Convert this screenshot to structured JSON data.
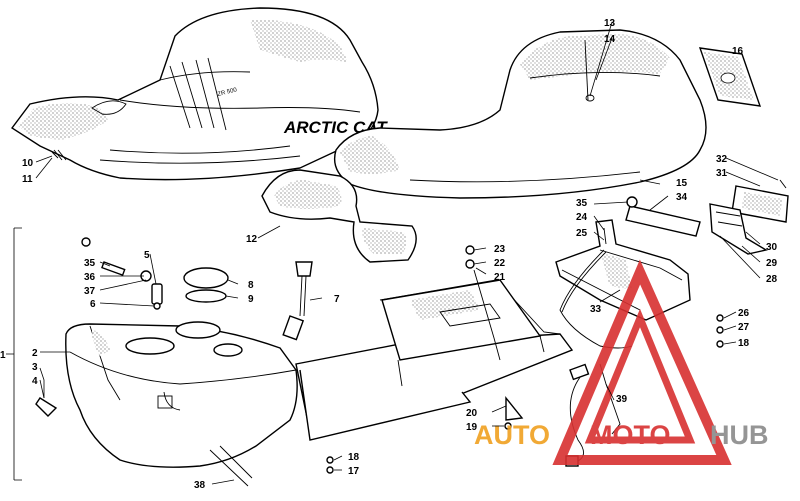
{
  "brand_text": "ARCTIC CAT",
  "seat_text": "ZR 500",
  "watermark": {
    "part1": "AUTO",
    "part2": "MOTO",
    "part3": "HUB",
    "color_orange": "#f0a020",
    "color_red": "#d83030",
    "color_gray": "#8a8a8a"
  },
  "callouts": {
    "c1": "1",
    "c2": "2",
    "c3": "3",
    "c4": "4",
    "c5": "5",
    "c6": "6",
    "c7": "7",
    "c8": "8",
    "c9": "9",
    "c10": "10",
    "c11": "11",
    "c12": "12",
    "c13": "13",
    "c14": "14",
    "c15": "15",
    "c16": "16",
    "c17": "17",
    "c18a": "18",
    "c18b": "18",
    "c19": "19",
    "c20": "20",
    "c21": "21",
    "c22": "22",
    "c23": "23",
    "c24": "24",
    "c25": "25",
    "c26": "26",
    "c27": "27",
    "c28": "28",
    "c29": "29",
    "c30": "30",
    "c31": "31",
    "c32": "32",
    "c33": "33",
    "c34": "34",
    "c35a": "35",
    "c35b": "35",
    "c36": "36",
    "c37": "37",
    "c38": "38",
    "c39": "39"
  }
}
